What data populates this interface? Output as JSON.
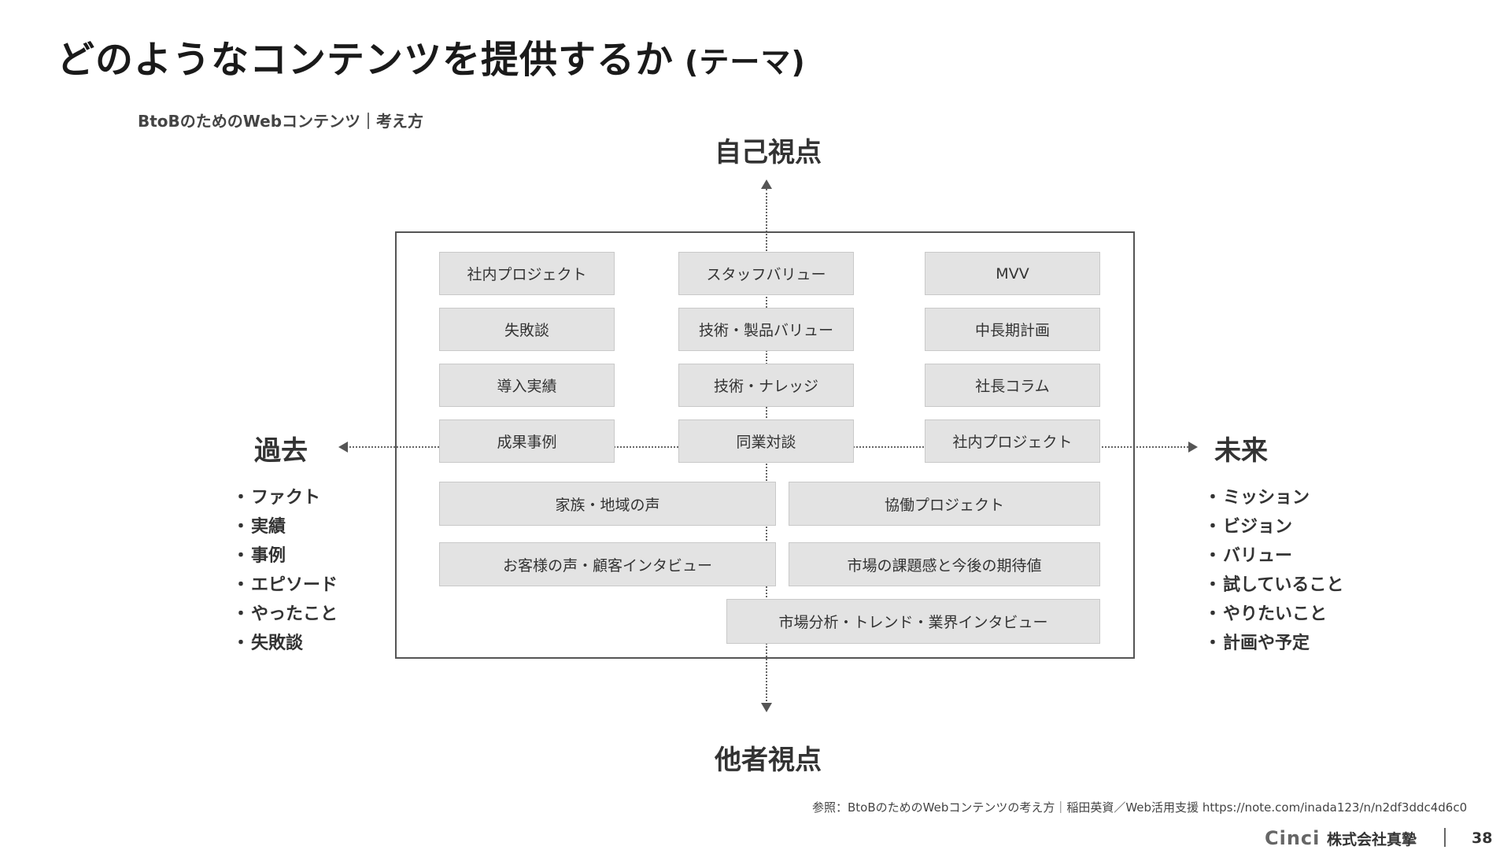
{
  "slide": {
    "title": "どのようなコンテンツを提供するか",
    "title_suffix": "(テーマ)",
    "diagram_label": "BtoBのためのWebコンテンツ｜考え方"
  },
  "axes": {
    "top": "自己視点",
    "bottom": "他者視点",
    "left": "過去",
    "right": "未来"
  },
  "boxes": {
    "row1": [
      "社内プロジェクト",
      "スタッフバリュー",
      "MVV"
    ],
    "row2": [
      "失敗談",
      "技術・製品バリュー",
      "中長期計画"
    ],
    "row3": [
      "導入実績",
      "技術・ナレッジ",
      "社長コラム"
    ],
    "row4": [
      "成果事例",
      "同業対談",
      "社内プロジェクト"
    ],
    "row5": [
      "家族・地域の声",
      "協働プロジェクト"
    ],
    "row6": [
      "お客様の声・顧客インタビュー",
      "市場の課題感と今後の期待値"
    ],
    "row7": [
      "市場分析・トレンド・業界インタビュー"
    ]
  },
  "past_list": [
    "ファクト",
    "実績",
    "事例",
    "エピソード",
    "やったこと",
    "失敗談"
  ],
  "future_list": [
    "ミッション",
    "ビジョン",
    "バリュー",
    "試していること",
    "やりたいこと",
    "計画や予定"
  ],
  "reference": "参照：BtoBのためのWebコンテンツの考え方｜稲田英資／Web活用支援 https://note.com/inada123/n/n2df3ddc4d6c0",
  "footer": {
    "logo": "Cinci",
    "company": "株式会社真摯",
    "page": "38"
  }
}
